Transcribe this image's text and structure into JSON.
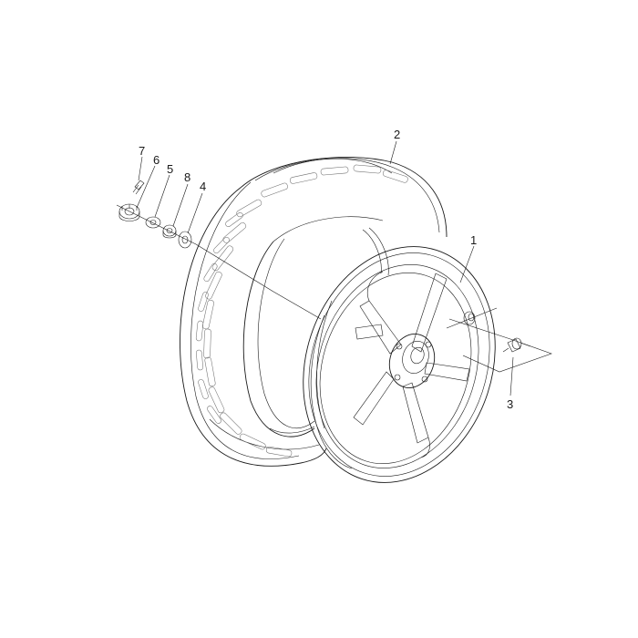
{
  "diagram": {
    "type": "exploded-parts-view",
    "callouts": [
      {
        "id": "1",
        "label": "1"
      },
      {
        "id": "2",
        "label": "2"
      },
      {
        "id": "3",
        "label": "3"
      },
      {
        "id": "4",
        "label": "4"
      },
      {
        "id": "5",
        "label": "5"
      },
      {
        "id": "6",
        "label": "6"
      },
      {
        "id": "7",
        "label": "7"
      },
      {
        "id": "8",
        "label": "8"
      }
    ],
    "colors": {
      "line": "#1a1a1a",
      "tread": "#6f6f6f",
      "background": "#ffffff"
    }
  }
}
